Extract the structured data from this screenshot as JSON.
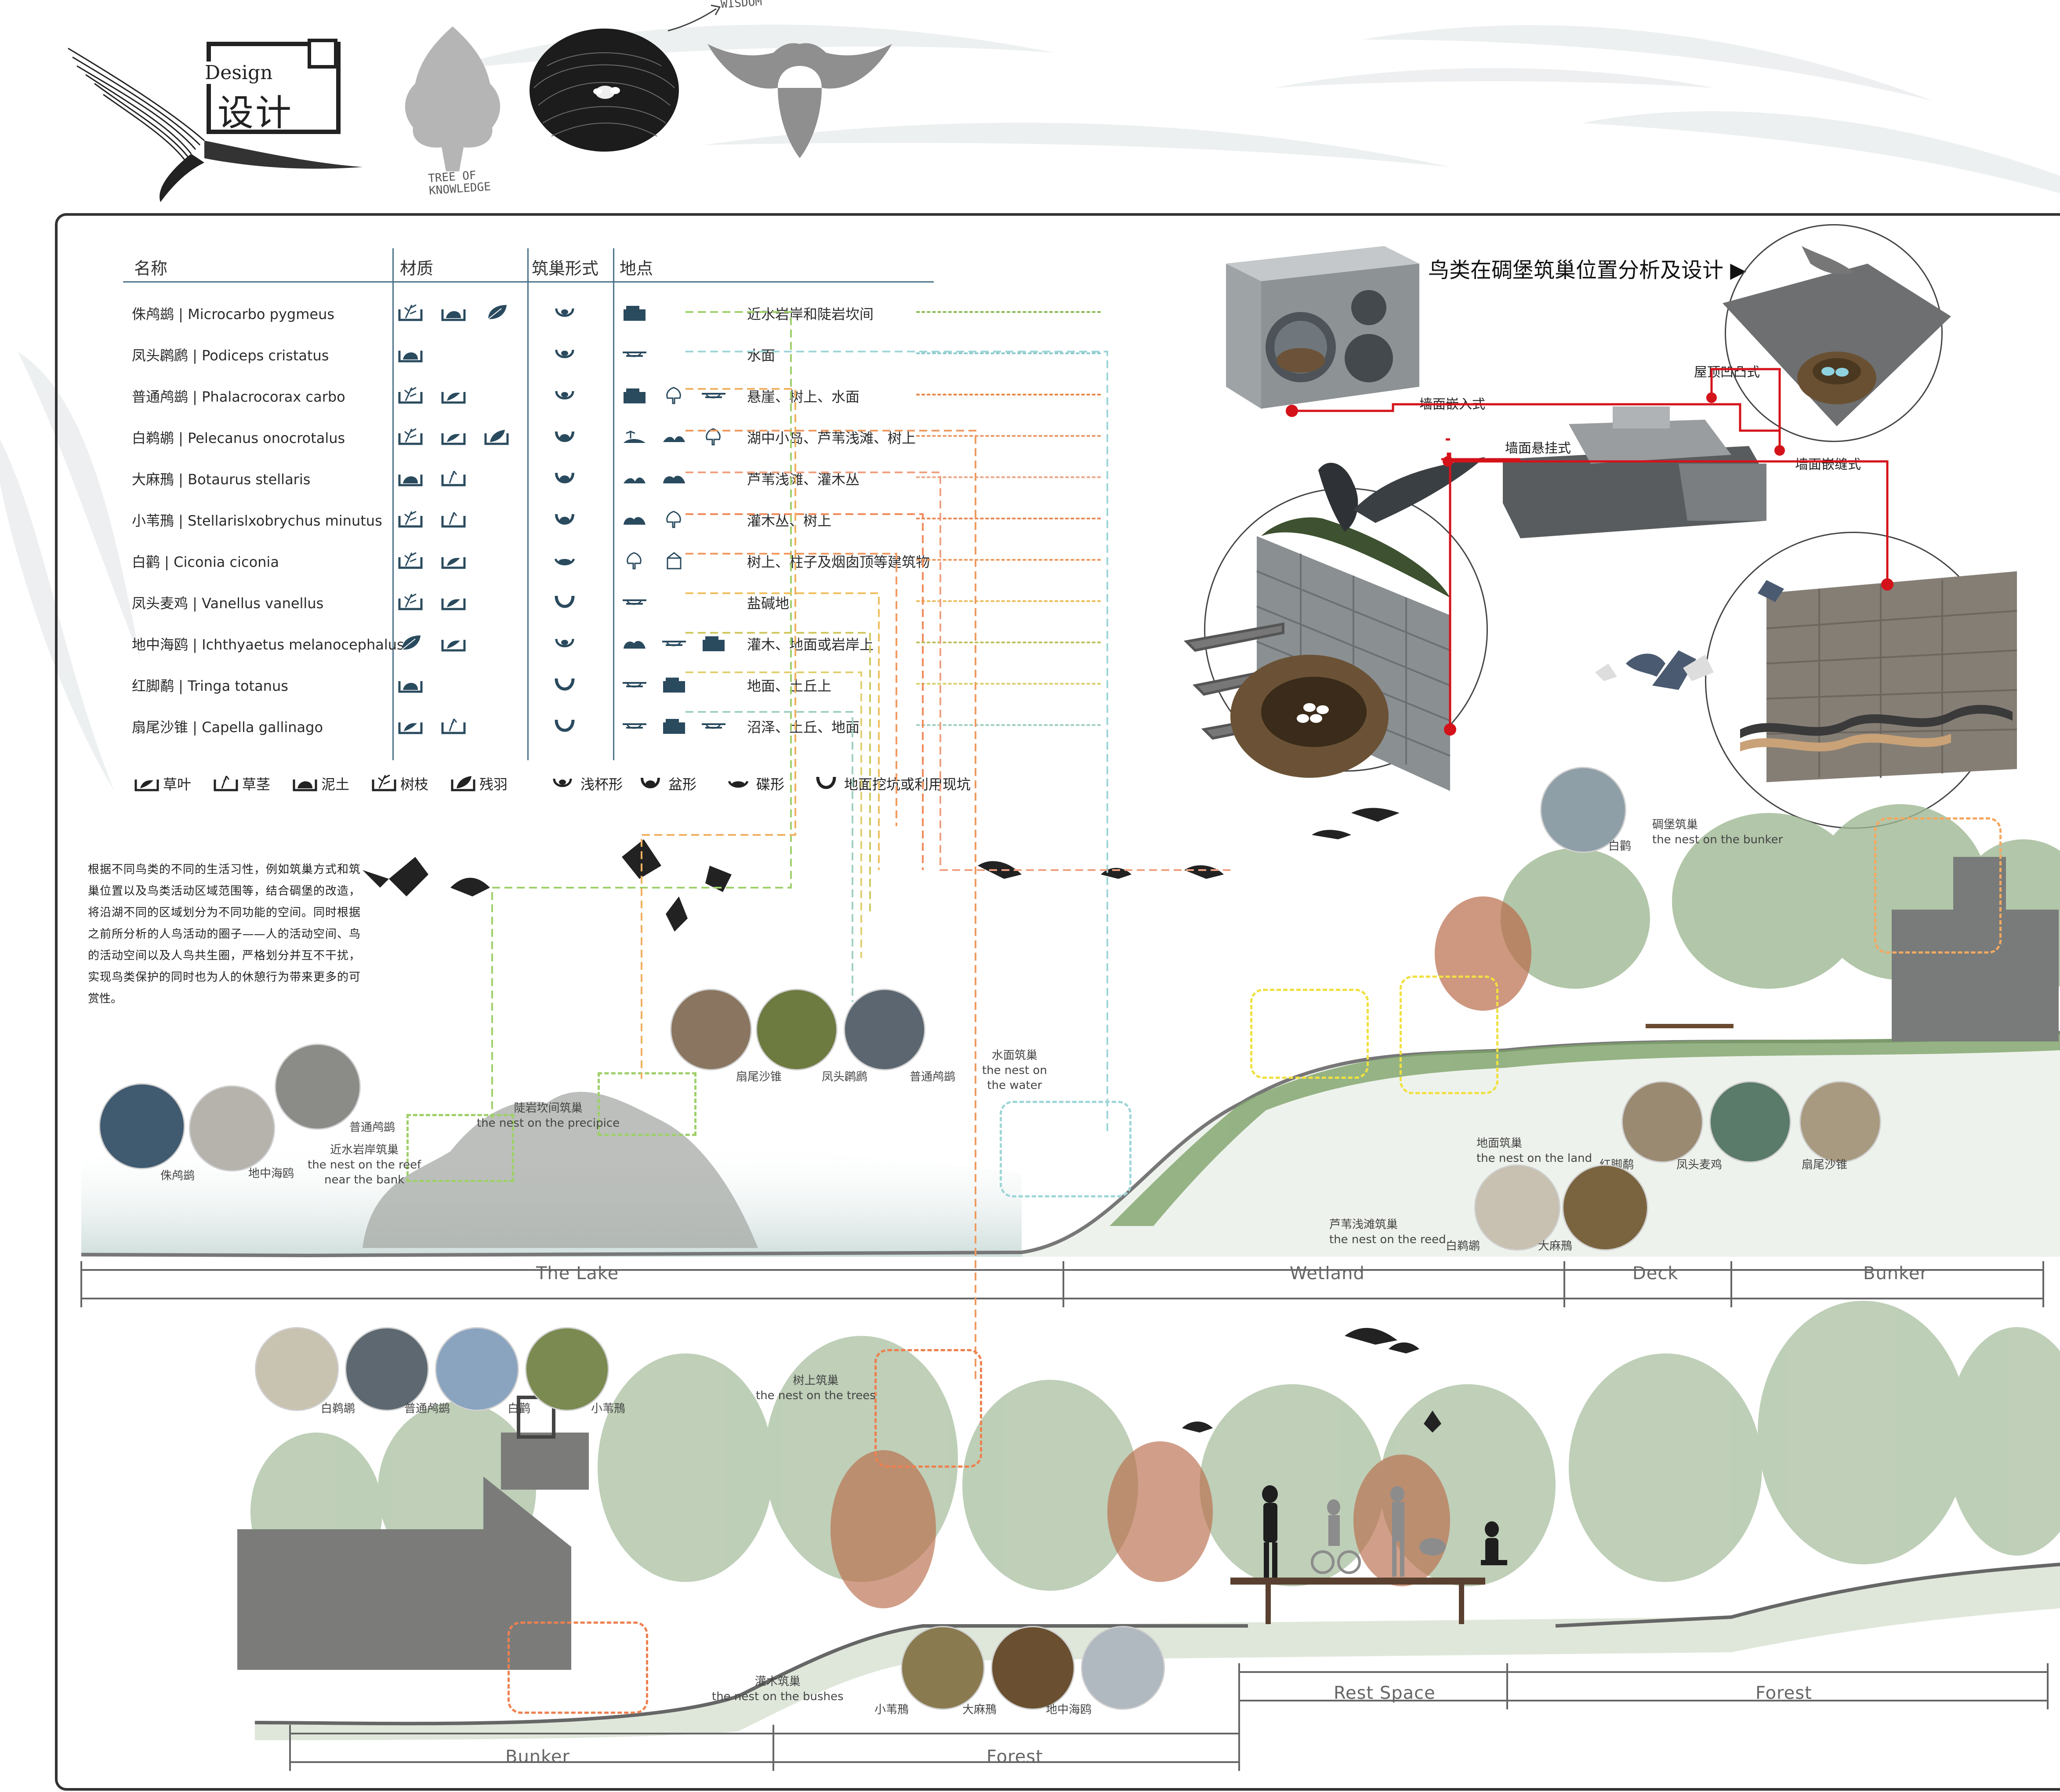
{
  "header": {
    "design_en": "Design",
    "design_cn": "设计",
    "tree_label": "TREE OF KNOWLEDGE",
    "wisdom_label": "WISDOM"
  },
  "table": {
    "col_name": "名称",
    "col_material": "材质",
    "col_nest": "筑巢形式",
    "col_location": "地点",
    "rows": [
      {
        "species": "侏鸬鹚 | Microcarbo pygmeus",
        "location": "近水岩岸和陡岩坎间",
        "materials": [
          "branch",
          "mud",
          "leaf"
        ],
        "nest": "shallow-cup",
        "places": [
          "cliff"
        ],
        "color": "#8dbb5a"
      },
      {
        "species": "凤头䴙䴘 | Podiceps cristatus",
        "location": "水面",
        "materials": [
          "mud"
        ],
        "nest": "shallow-cup",
        "places": [
          "water"
        ],
        "color": "#8ec9cc"
      },
      {
        "species": "普通鸬鹚 | Phalacrocorax carbo",
        "location": "悬崖、树上、水面",
        "materials": [
          "branch",
          "grass"
        ],
        "nest": "shallow-cup",
        "places": [
          "cliff",
          "tree",
          "water"
        ],
        "color": "#e9884a"
      },
      {
        "species": "白鹈鹕 | Pelecanus onocrotalus",
        "location": "湖中小岛、芦苇浅滩、树上",
        "materials": [
          "branch",
          "grass",
          "feather"
        ],
        "nest": "basin",
        "places": [
          "island",
          "reed",
          "tree"
        ],
        "color": "#e99a6a"
      },
      {
        "species": "大麻鳽 | Botaurus stellaris",
        "location": "芦苇浅滩、灌木丛",
        "materials": [
          "mud",
          "stem"
        ],
        "nest": "basin",
        "places": [
          "reed",
          "bush"
        ],
        "color": "#e9a98a"
      },
      {
        "species": "小苇鳽 | Stellarislxobrychus minutus",
        "location": "灌木丛、树上",
        "materials": [
          "branch",
          "stem"
        ],
        "nest": "basin",
        "places": [
          "bush",
          "tree"
        ],
        "color": "#e98a5a"
      },
      {
        "species": "白鹳 | Ciconia ciconia",
        "location": "树上、柱子及烟囱顶等建筑物",
        "materials": [
          "branch",
          "grass"
        ],
        "nest": "plate",
        "places": [
          "tree",
          "building"
        ],
        "color": "#ee9a60"
      },
      {
        "species": "凤头麦鸡 | Vanellus vanellus",
        "location": "盐碱地",
        "materials": [
          "branch",
          "grass"
        ],
        "nest": "ground",
        "places": [
          "water"
        ],
        "color": "#e9c060"
      },
      {
        "species": "地中海鸥 | Ichthyaetus melanocephalus",
        "location": "灌木、地面或岩岸上",
        "materials": [
          "leaf",
          "grass"
        ],
        "nest": "shallow-cup",
        "places": [
          "bush",
          "water",
          "cliff"
        ],
        "color": "#c0c060"
      },
      {
        "species": "红脚鹬 | Tringa totanus",
        "location": "地面、土丘上",
        "materials": [
          "mud"
        ],
        "nest": "ground",
        "places": [
          "water",
          "cliff"
        ],
        "color": "#d9d070"
      },
      {
        "species": "扇尾沙锥 | Capella gallinago",
        "location": "沼泽、土丘、地面",
        "materials": [
          "grass",
          "stem"
        ],
        "nest": "ground",
        "places": [
          "water",
          "cliff",
          "water"
        ],
        "color": "#9fd0c0"
      }
    ]
  },
  "legend": {
    "materials": [
      {
        "icon": "grass",
        "label": "草叶"
      },
      {
        "icon": "stem",
        "label": "草茎"
      },
      {
        "icon": "mud",
        "label": "泥土"
      },
      {
        "icon": "branch",
        "label": "树枝"
      },
      {
        "icon": "feather",
        "label": "残羽"
      }
    ],
    "nests": [
      {
        "icon": "shallow-cup",
        "label": "浅杯形"
      },
      {
        "icon": "basin",
        "label": "盆形"
      },
      {
        "icon": "plate",
        "label": "碟形"
      },
      {
        "icon": "ground",
        "label": "地面挖坑或利用现坑"
      }
    ]
  },
  "description": "根据不同鸟类的不同的生活习性，例如筑巢方式和筑巢位置以及鸟类活动区域范围等，结合碉堡的改造，将沿湖不同的区域划分为不同功能的空间。同时根据之前所分析的人鸟活动的圈子——人的活动空间、鸟的活动空间以及人鸟共生圈，严格划分并互不干扰，实现鸟类保护的同时也为人的休憩行为带来更多的可赏性。",
  "analysis": {
    "title": "鸟类在碉堡筑巢位置分析及设计",
    "labels": {
      "wall_embed": "墙面嵌入式",
      "roof": "屋顶凹凸式",
      "wall_hang": "墙面悬挂式",
      "wall_seam": "墙面嵌缝式"
    }
  },
  "section_top": {
    "zones": [
      "The Lake",
      "Wetland",
      "Deck",
      "Bunker"
    ],
    "bunker_nest": {
      "cn": "碉堡筑巢",
      "en": "the nest on the bunker",
      "bird": "白鹳"
    },
    "water_nest": {
      "cn": "水面筑巢",
      "en1": "the nest on",
      "en2": "the water"
    },
    "reef_nest": {
      "cn": "近水岩岸筑巢",
      "en1": "the nest on the reef",
      "en2": "near the bank"
    },
    "cliff_nest": {
      "cn": "陡岩坎间筑巢",
      "en": "the nest on the precipice"
    },
    "land_nest": {
      "cn": "地面筑巢",
      "en": "the nest on the land"
    },
    "reed_nest": {
      "cn": "芦苇浅滩筑巢",
      "en": "the nest on the reed"
    },
    "lake_birds": [
      "侏鸬鹚",
      "地中海鸥",
      "普通鸬鹚"
    ],
    "cliff_birds": [
      "扇尾沙锥",
      "凤头䴙䴘",
      "普通鸬鹚"
    ],
    "land_birds": [
      "红脚鹬",
      "凤头麦鸡",
      "扇尾沙锥"
    ],
    "reed_birds": [
      "白鹈鹕",
      "大麻鳽"
    ]
  },
  "section_bottom": {
    "zones": [
      "Bunker",
      "Forest",
      "Rest Space",
      "Forest"
    ],
    "tree_nest": {
      "cn": "树上筑巢",
      "en": "the nest on the trees"
    },
    "bush_nest": {
      "cn": "灌木筑巢",
      "en": "the nest on the bushes"
    },
    "tree_birds": [
      "白鹈鹕",
      "普通鸬鹚",
      "白鹳",
      "小苇鳽"
    ],
    "bush_birds": [
      "小苇鳽",
      "大麻鳽",
      "地中海鸥"
    ]
  },
  "colors": {
    "accent_line": "#4a7189",
    "red": "#d4121a",
    "icon": "#2a4a5e"
  }
}
